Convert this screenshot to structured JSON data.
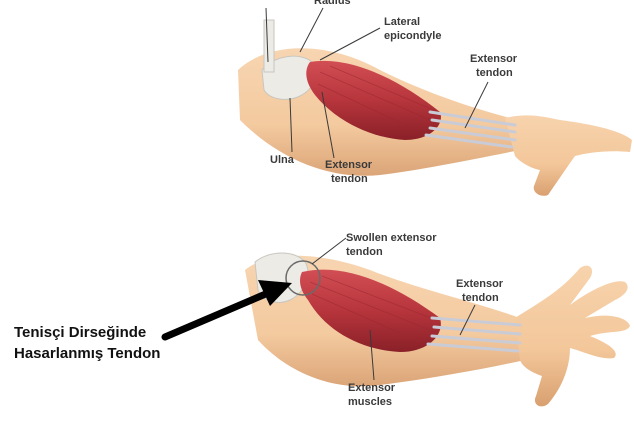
{
  "top_figure": {
    "labels": {
      "radius": "Radius",
      "lateral_epicondyle_line1": "Lateral",
      "lateral_epicondyle_line2": "epicondyle",
      "extensor_tendon_right_line1": "Extensor",
      "extensor_tendon_right_line2": "tendon",
      "ulna": "Ulna",
      "extensor_tendon_bottom_line1": "Extensor",
      "extensor_tendon_bottom_line2": "tendon"
    }
  },
  "bottom_figure": {
    "labels": {
      "swollen_tendon_line1": "Swollen extensor",
      "swollen_tendon_line2": "tendon",
      "extensor_tendon_right_line1": "Extensor",
      "extensor_tendon_right_line2": "tendon",
      "extensor_muscles_line1": "Extensor",
      "extensor_muscles_line2": "muscles"
    },
    "caption_line1": "Tenisçi Dirseğinde",
    "caption_line2": "Hasarlanmış Tendon"
  },
  "colors": {
    "skin": "#f3c79a",
    "skin_shadow": "#d9a070",
    "muscle": "#b7353c",
    "muscle_dark": "#8a2028",
    "tendon": "#c9ccd6",
    "bone": "#ecebe6",
    "label_text": "#3a3a3a",
    "arrow": "#000000"
  }
}
